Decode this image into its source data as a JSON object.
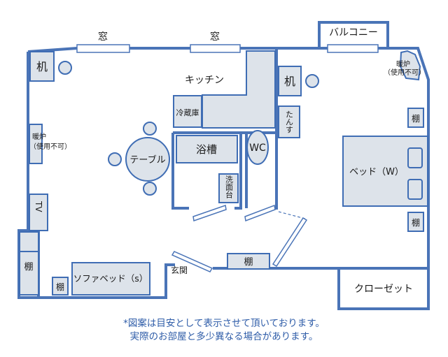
{
  "labels": {
    "window_left": "窓",
    "window_right": "窓",
    "balcony": "バルコニー",
    "desk_left": "机",
    "desk_right": "机",
    "kitchen": "キッチン",
    "fridge": "冷蔵庫",
    "dresser": "たんす",
    "heater_left": "暖炉\n（使用不可）",
    "heater_right": "暖炉\n（使用不可）",
    "table": "テーブル",
    "bathtub": "浴槽",
    "wc": "WC",
    "washstand": "洗面台",
    "tv": "TV",
    "shelf_left": "棚",
    "shelf_small": "棚",
    "sofa_bed": "ソファベッド（s）",
    "entrance": "玄関",
    "shelf_entrance": "棚",
    "bed": "ベッド（W）",
    "shelf_right_top": "棚",
    "shelf_right_bottom": "棚",
    "closet": "クローゼット"
  },
  "notes": {
    "line1": "*図案は目安として表示させて頂いております。",
    "line2": "実際のお部屋と多少異なる場合があります。"
  },
  "colors": {
    "wall": "#4a74b7",
    "furniture_fill": "#dde3ea",
    "furniture_stroke": "#3f6db4",
    "note": "#2e5ca8"
  }
}
